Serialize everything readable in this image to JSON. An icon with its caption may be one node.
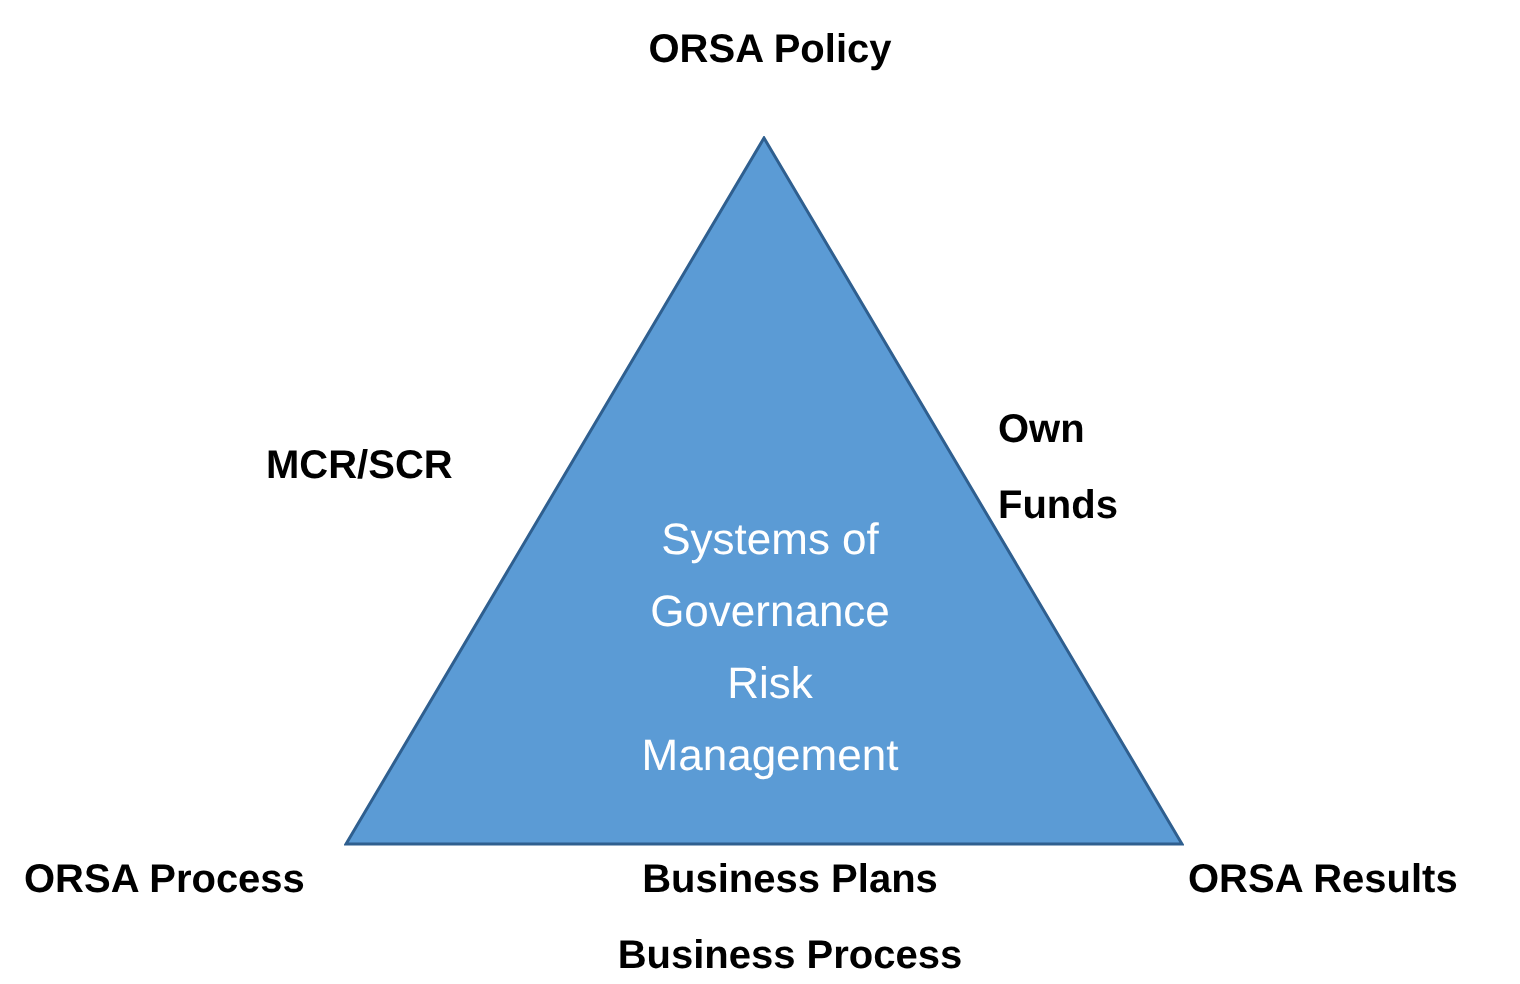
{
  "diagram": {
    "nodes": [
      {
        "text": [
          "Systems of Governance Risk Management"
        ]
      }
    ],
    "labels": [
      "ORSA Policy",
      "MCR/SCR",
      "Own Funds",
      "ORSA Process",
      "Business Plans Business Process",
      "ORSA Results"
    ]
  }
}
